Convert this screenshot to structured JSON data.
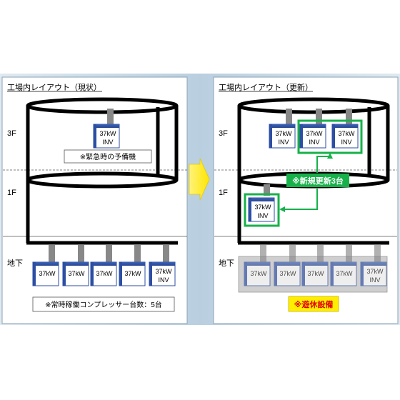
{
  "left": {
    "title": "工場内レイアウト（現状）",
    "floors": [
      "3F",
      "1F",
      "地下"
    ],
    "spare_note": "※緊急時の予備機",
    "bottom_note": "※常時稼働コンプレッサー台数：5台",
    "unit_3f": {
      "line1": "37kW",
      "line2": "INV"
    },
    "basement_units": [
      {
        "line1": "37kW",
        "line2": ""
      },
      {
        "line1": "37kW",
        "line2": ""
      },
      {
        "line1": "37kW",
        "line2": ""
      },
      {
        "line1": "37kW",
        "line2": ""
      },
      {
        "line1": "37kW",
        "line2": "INV"
      }
    ]
  },
  "right": {
    "title": "工場内レイアウト（更新）",
    "floors": [
      "3F",
      "1F",
      "地下"
    ],
    "new_label": "※新規更新3台",
    "idle_label": "※遊休設備",
    "units_3f": [
      {
        "line1": "37kW",
        "line2": "INV"
      },
      {
        "line1": "37kW",
        "line2": "INV"
      },
      {
        "line1": "37kW",
        "line2": "INV"
      }
    ],
    "unit_1f": {
      "line1": "37kW",
      "line2": "INV"
    },
    "basement_units": [
      {
        "line1": "37kW",
        "line2": ""
      },
      {
        "line1": "37kW",
        "line2": ""
      },
      {
        "line1": "37kW",
        "line2": ""
      },
      {
        "line1": "37kW",
        "line2": ""
      },
      {
        "line1": "37kW",
        "line2": "INV"
      }
    ]
  },
  "colors": {
    "new_green": "#17b14a",
    "arrow_yellow": "#ffee00",
    "idle_bg": "#cccccc",
    "unit_blue": "#2c4ea3"
  }
}
